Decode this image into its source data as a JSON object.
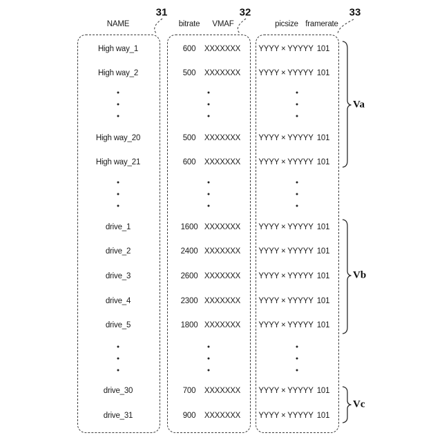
{
  "colors": {
    "ink": "#1a1a1a",
    "background": "#ffffff"
  },
  "ref_labels": {
    "name_box": "31",
    "quality_box": "32",
    "format_box": "33"
  },
  "headers": {
    "name": "NAME",
    "bitrate": "bitrate",
    "vmaf": "VMAF",
    "picsize": "picsize",
    "framerate": "framerate"
  },
  "braces": {
    "va": "Va",
    "vb": "Vb",
    "vc": "Vc"
  },
  "rows": [
    {
      "name": "High way_1",
      "bitrate": "600",
      "vmaf": "XXXXXXX",
      "picsize": "YYYY × YYYYY",
      "framerate": "101"
    },
    {
      "name": "High way_2",
      "bitrate": "500",
      "vmaf": "XXXXXXX",
      "picsize": "YYYY × YYYYY",
      "framerate": "101"
    },
    {
      "name": "High way_20",
      "bitrate": "500",
      "vmaf": "XXXXXXX",
      "picsize": "YYYY × YYYYY",
      "framerate": "101"
    },
    {
      "name": "High way_21",
      "bitrate": "600",
      "vmaf": "XXXXXXX",
      "picsize": "YYYY × YYYYY",
      "framerate": "101"
    },
    {
      "name": "drive_1",
      "bitrate": "1600",
      "vmaf": "XXXXXXX",
      "picsize": "YYYY × YYYYY",
      "framerate": "101"
    },
    {
      "name": "drive_2",
      "bitrate": "2400",
      "vmaf": "XXXXXXX",
      "picsize": "YYYY × YYYYY",
      "framerate": "101"
    },
    {
      "name": "drive_3",
      "bitrate": "2600",
      "vmaf": "XXXXXXX",
      "picsize": "YYYY × YYYYY",
      "framerate": "101"
    },
    {
      "name": "drive_4",
      "bitrate": "2300",
      "vmaf": "XXXXXXX",
      "picsize": "YYYY × YYYYY",
      "framerate": "101"
    },
    {
      "name": "drive_5",
      "bitrate": "1800",
      "vmaf": "XXXXXXX",
      "picsize": "YYYY × YYYYY",
      "framerate": "101"
    },
    {
      "name": "drive_30",
      "bitrate": "700",
      "vmaf": "XXXXXXX",
      "picsize": "YYYY × YYYYY",
      "framerate": "101"
    },
    {
      "name": "drive_31",
      "bitrate": "900",
      "vmaf": "XXXXXXX",
      "picsize": "YYYY × YYYYY",
      "framerate": "101"
    }
  ]
}
